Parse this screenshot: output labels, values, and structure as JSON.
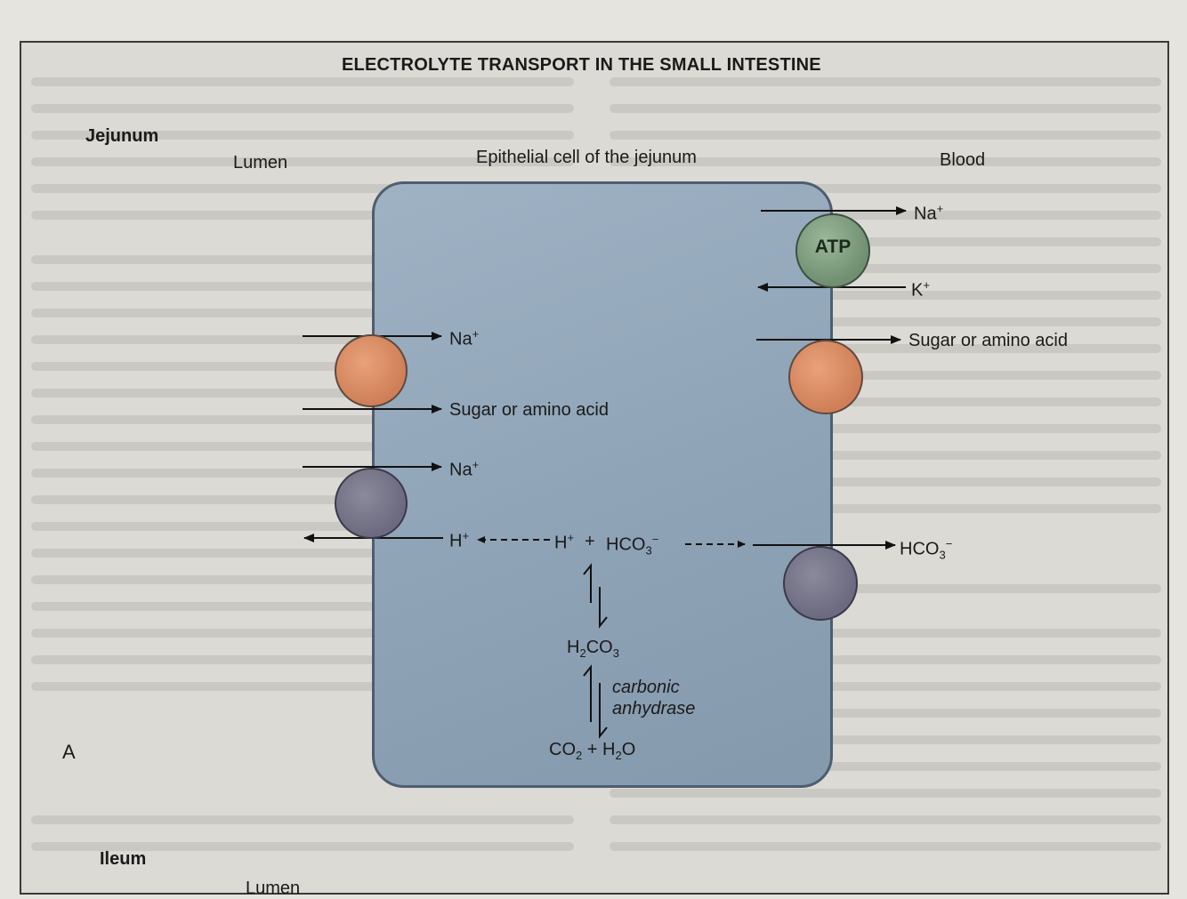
{
  "figure": {
    "title": "ELECTROLYTE TRANSPORT IN THE SMALL INTESTINE",
    "section_jejunum": "Jejunum",
    "section_ileum": "Ileum",
    "panel_letter": "A",
    "col_lumen": "Lumen",
    "col_cell": "Epithelial cell of the jejunum",
    "col_blood": "Blood",
    "bottom_lumen": "Lumen"
  },
  "labels": {
    "na_blood": "Na",
    "atp": "ATP",
    "k_blood": "K",
    "sugar_blood": "Sugar or amino acid",
    "na_lumen_1": "Na",
    "sugar_lumen": "Sugar or amino acid",
    "na_lumen_2": "Na",
    "h_lumen": "H",
    "h_cell": "H",
    "hco3_cell": "HCO",
    "hco3_blood": "HCO",
    "h2co3": "H",
    "enzyme_line1": "carbonic",
    "enzyme_line2": "anhydrase",
    "co2_h2o_a": "CO",
    "co2_h2o_b": " + H",
    "co2_h2o_c": "O",
    "plus": "+",
    "minus": "−",
    "plus_sign": "+",
    "sub2": "2",
    "sub3": "3"
  },
  "colors": {
    "cell_fill": "#8ea3b6",
    "orange_carrier": "#cf7f57",
    "purple_carrier": "#6b6a80",
    "atp_pump": "#6f8f70"
  }
}
